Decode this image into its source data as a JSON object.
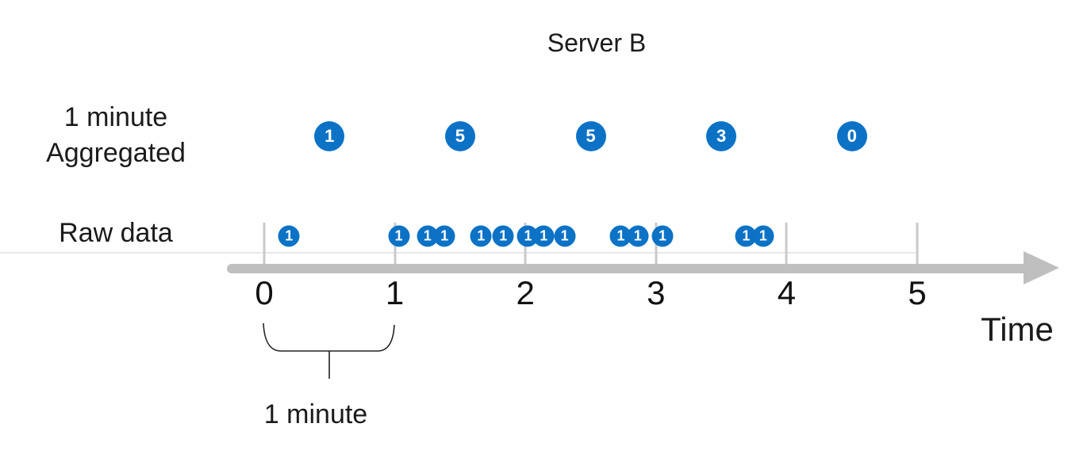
{
  "title": "Server B",
  "left_labels": {
    "aggregated_line1": "1 minute",
    "aggregated_line2": "Aggregated",
    "raw": "Raw data"
  },
  "colors": {
    "point_blue": "#0b72c6",
    "point_text": "#ffffff",
    "axis_gray": "#bfbfbf",
    "tick_gray": "#c9c9c9",
    "guideline_gray": "#e7e7e7",
    "text_black": "#1b1b1b"
  },
  "chart_data": {
    "type": "scatter",
    "title": "Server B",
    "xlabel": "Time",
    "x_ticks": [
      0,
      1,
      2,
      3,
      4,
      5
    ],
    "xlim": [
      0,
      6
    ],
    "grid": false,
    "series": [
      {
        "name": "1 minute Aggregated",
        "x": [
          0.5,
          1.5,
          2.5,
          3.5,
          4.5
        ],
        "values": [
          1,
          5,
          5,
          3,
          0
        ]
      },
      {
        "name": "Raw data",
        "x": [
          0.19,
          1.03,
          1.25,
          1.38,
          1.66,
          1.83,
          2.02,
          2.14,
          2.3,
          2.73,
          2.86,
          3.05,
          3.69,
          3.82
        ],
        "values": [
          1,
          1,
          1,
          1,
          1,
          1,
          1,
          1,
          1,
          1,
          1,
          1,
          1,
          1
        ]
      }
    ],
    "annotations": [
      {
        "text": "1 minute",
        "span": [
          0,
          1
        ]
      }
    ]
  }
}
